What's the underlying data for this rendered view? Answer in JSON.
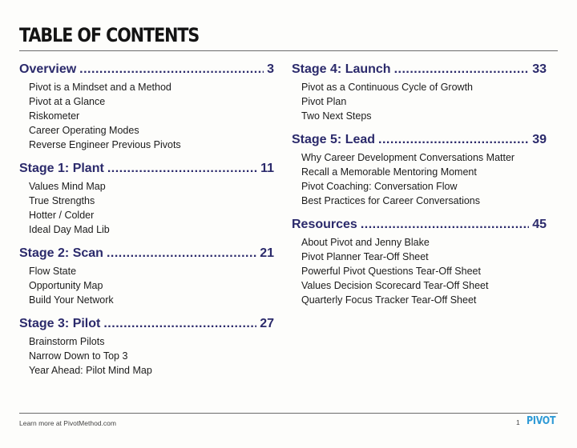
{
  "title": "TABLE OF CONTENTS",
  "columns": [
    [
      {
        "heading": "Overview",
        "page": "3",
        "items": [
          "Pivot is a Mindset and a Method",
          "Pivot at a Glance",
          "Riskometer",
          "Career Operating Modes",
          "Reverse Engineer Previous Pivots"
        ]
      },
      {
        "heading": "Stage 1: Plant",
        "page": "11",
        "items": [
          "Values Mind Map",
          "True Strengths",
          "Hotter / Colder",
          "Ideal Day Mad Lib"
        ]
      },
      {
        "heading": "Stage 2: Scan",
        "page": "21",
        "items": [
          "Flow State",
          "Opportunity Map",
          "Build Your Network"
        ]
      },
      {
        "heading": "Stage 3: Pilot",
        "page": "27",
        "items": [
          "Brainstorm Pilots",
          "Narrow Down to Top 3",
          "Year Ahead: Pilot Mind Map"
        ]
      }
    ],
    [
      {
        "heading": "Stage 4: Launch",
        "page": "33",
        "items": [
          "Pivot as a Continuous Cycle of Growth",
          "Pivot Plan",
          "Two Next Steps"
        ]
      },
      {
        "heading": "Stage 5: Lead",
        "page": "39",
        "items": [
          "Why Career Development Conversations Matter",
          "Recall a Memorable Mentoring Moment",
          "Pivot Coaching: Conversation Flow",
          "Best Practices for Career Conversations"
        ]
      },
      {
        "heading": "Resources",
        "page": "45",
        "items": [
          "About Pivot and Jenny Blake",
          "Pivot Planner Tear-Off Sheet",
          "Powerful Pivot Questions Tear-Off Sheet",
          "Values Decision Scorecard Tear-Off Sheet",
          "Quarterly Focus Tracker Tear-Off Sheet"
        ]
      }
    ]
  ],
  "footer": {
    "left_text": "Learn more at PivotMethod.com",
    "page_number": "1",
    "logo_text": "PIVOT"
  },
  "colors": {
    "heading": "#2b2a6b",
    "logo": "#2e9ad6"
  }
}
